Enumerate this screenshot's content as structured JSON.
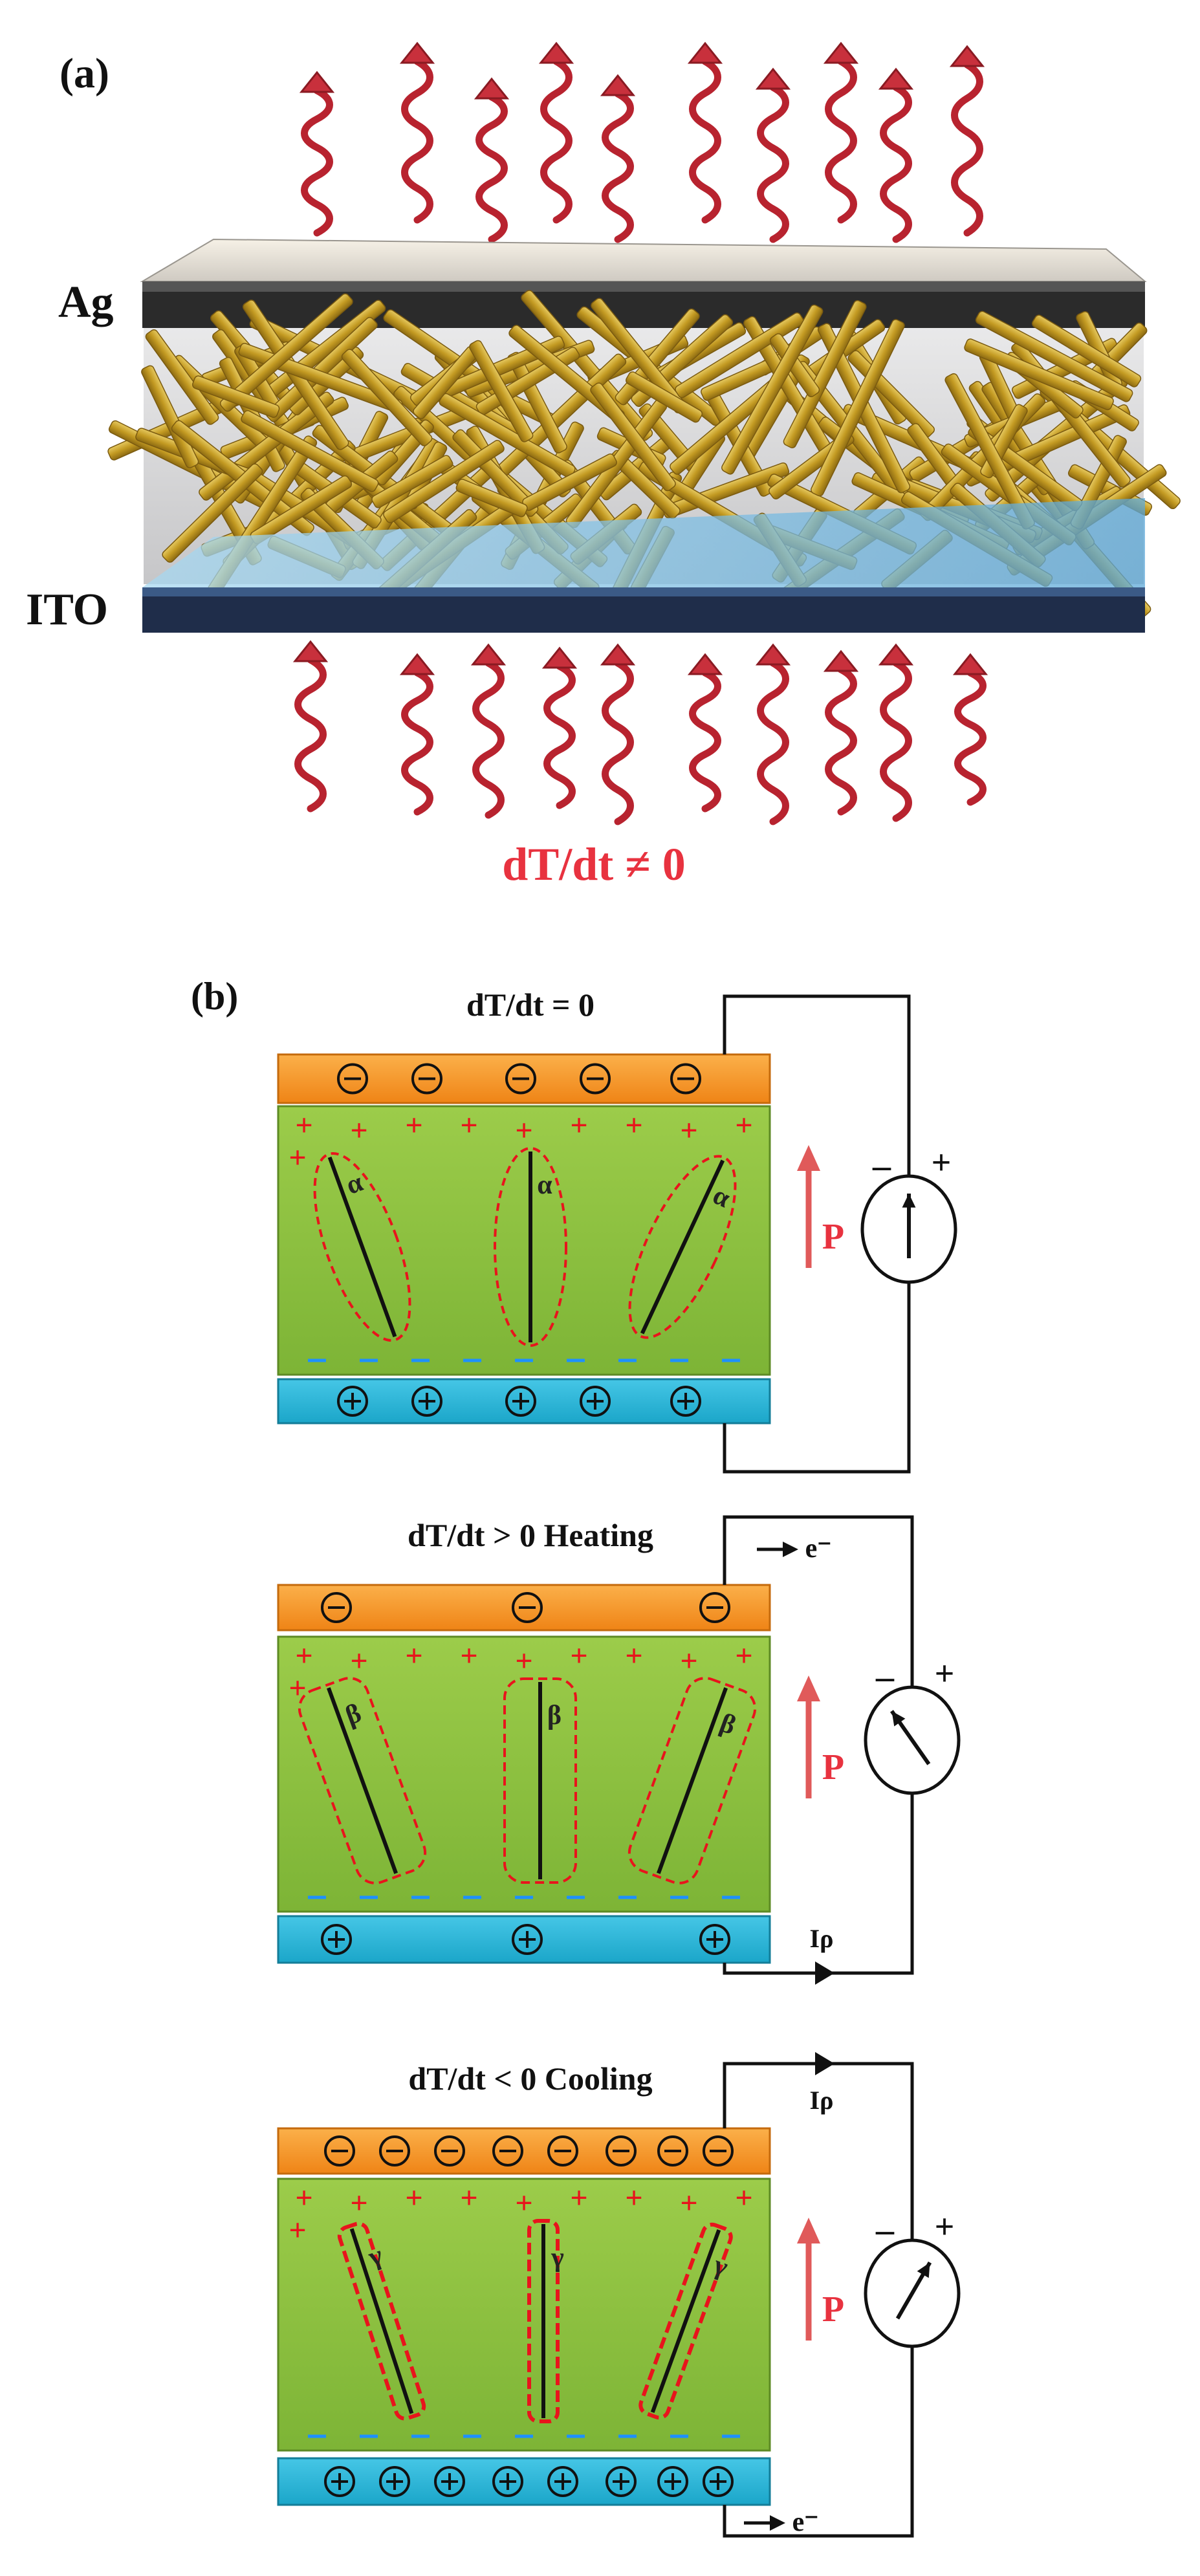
{
  "panel_a": {
    "label": "(a)",
    "top_electrode": "Ag",
    "bottom_electrode": "ITO",
    "condition": "dT/dt ≠ 0"
  },
  "panel_b": {
    "label": "(b)",
    "states": [
      {
        "title": "dT/dt = 0",
        "angle_symbol": "α",
        "polarization_label": "P",
        "meter_minus": "–",
        "meter_plus": "+"
      },
      {
        "title": "dT/dt > 0 Heating",
        "angle_symbol": "β",
        "polarization_label": "P",
        "meter_minus": "–",
        "meter_plus": "+",
        "electron_label": "e⁻",
        "current_label": "Iρ"
      },
      {
        "title": "dT/dt < 0  Cooling",
        "angle_symbol": "γ",
        "polarization_label": "P",
        "meter_minus": "–",
        "meter_plus": "+",
        "electron_label": "e⁻",
        "current_label": "Iρ"
      }
    ]
  },
  "colors": {
    "orange_electrode": "#f7941d",
    "blue_electrode": "#22b5d6",
    "green_layer": "#8dc63f",
    "red_marks": "#e8141c",
    "blue_marks": "#1e90ff",
    "heat_arrow": "#b8232f",
    "nanofiber": "#c9a227",
    "ito_plate": "#1f2d4a",
    "ag_plate": "#2a2a2a"
  }
}
